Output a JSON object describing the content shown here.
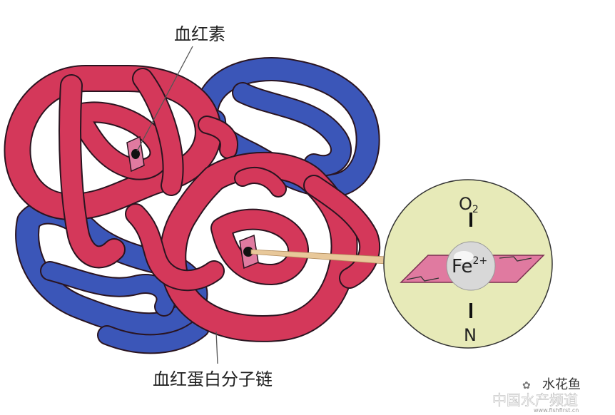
{
  "labels": {
    "heme": "血红素",
    "protein_chain": "血红蛋白分子链",
    "oxygen": "O",
    "oxygen_sub": "2",
    "iron": "Fe",
    "iron_charge": "2+",
    "nitrogen": "N"
  },
  "watermark": {
    "brand": "水花鱼",
    "site": "中国水产频道",
    "url": "www.fishfirst.cn"
  },
  "colors": {
    "red_chain": "#d4385a",
    "blue_chain": "#3b56b8",
    "outline": "#2a1420",
    "inset_circle": "#e7eab8",
    "heme_plane": "#e07aa0",
    "iron_sphere": "#d8d8d8",
    "pointer": "#e8c89a"
  }
}
